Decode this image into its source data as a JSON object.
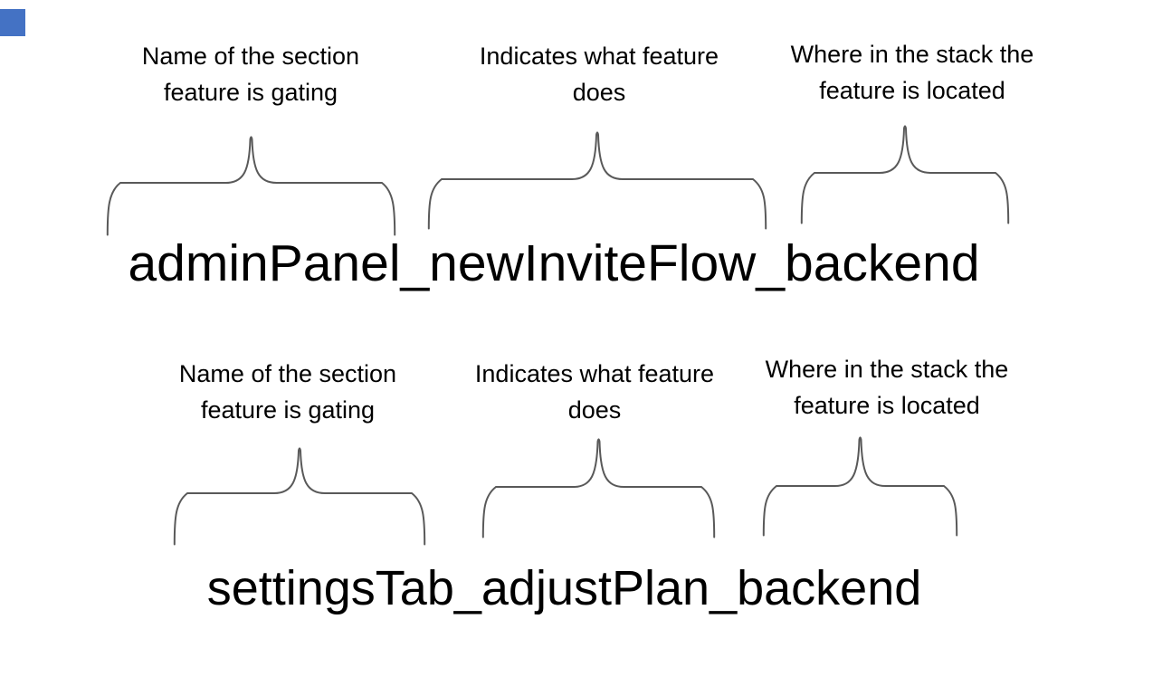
{
  "colors": {
    "background": "#ffffff",
    "text": "#000000",
    "brace_line": "#595959",
    "corner_square": "#4472c4"
  },
  "examples": [
    {
      "flag_name": "adminPanel_newInviteFlow_backend",
      "annotations": [
        {
          "label": "Name of the section feature is gating",
          "lines": [
            "Name of the section",
            "feature is gating"
          ]
        },
        {
          "label": "Indicates what feature does",
          "lines": [
            "Indicates what feature",
            "does"
          ]
        },
        {
          "label": "Where in the stack the feature is located",
          "lines": [
            "Where in the stack the",
            "feature is located"
          ]
        }
      ]
    },
    {
      "flag_name": "settingsTab_adjustPlan_backend",
      "annotations": [
        {
          "label": "Name of the section feature is gating",
          "lines": [
            "Name of the section",
            "feature is gating"
          ]
        },
        {
          "label": "Indicates what feature does",
          "lines": [
            "Indicates what feature",
            "does"
          ]
        },
        {
          "label": "Where in the stack the feature is located",
          "lines": [
            "Where in the stack the",
            "feature is located"
          ]
        }
      ]
    }
  ]
}
